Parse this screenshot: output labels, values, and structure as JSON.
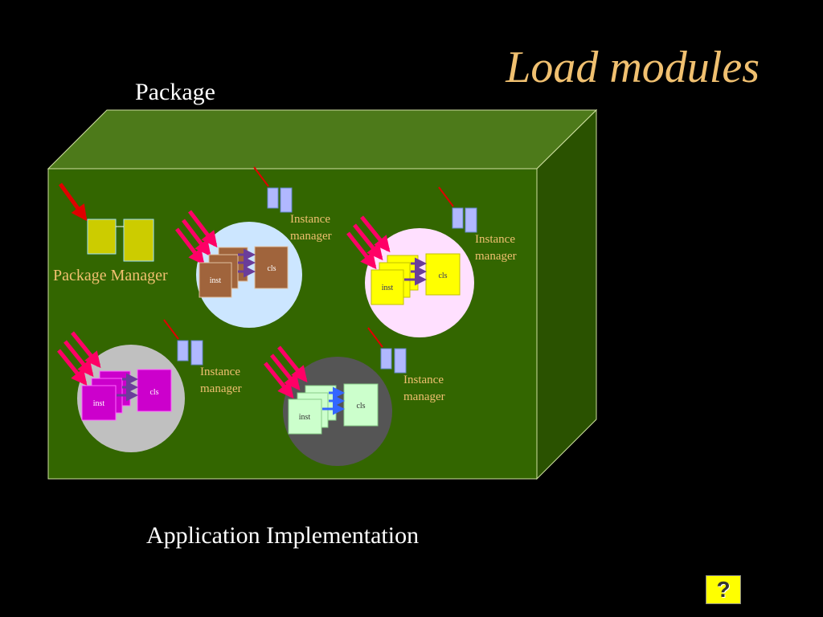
{
  "slide": {
    "title": "Load modules",
    "package_label": "Package",
    "application_label": "Application Implementation",
    "package_manager_label": "Package Manager",
    "help_button_label": "?"
  },
  "modules": [
    {
      "name": "brown-module",
      "cls_label": "cls",
      "inst_label": "inst",
      "instance_manager_label": "Instance\nmanager",
      "circle_color": "#cce6ff",
      "box_color": "#a0643c"
    },
    {
      "name": "yellow-module",
      "cls_label": "cls",
      "inst_label": "inst",
      "instance_manager_label": "Instance\nmanager",
      "circle_color": "#ffe0ff",
      "box_color": "#ffff00"
    },
    {
      "name": "magenta-module",
      "cls_label": "cls",
      "inst_label": "inst",
      "instance_manager_label": "Instance\nmanager",
      "circle_color": "#c0c0c0",
      "box_color": "#cc00cc"
    },
    {
      "name": "mint-module",
      "cls_label": "cls",
      "inst_label": "inst",
      "instance_manager_label": "Instance\nmanager",
      "circle_color": "#555555",
      "box_color": "#ccffcc"
    }
  ],
  "colors": {
    "background": "#000000",
    "box_front": "#336600",
    "box_top": "#4d7a1a",
    "box_side": "#2a5200",
    "title": "#f0c070",
    "label": "#ffffff",
    "arrow": "#ff0066",
    "package_manager_boxes": "#cccc00",
    "instance_manager_boxes": "#b0b8ff"
  }
}
